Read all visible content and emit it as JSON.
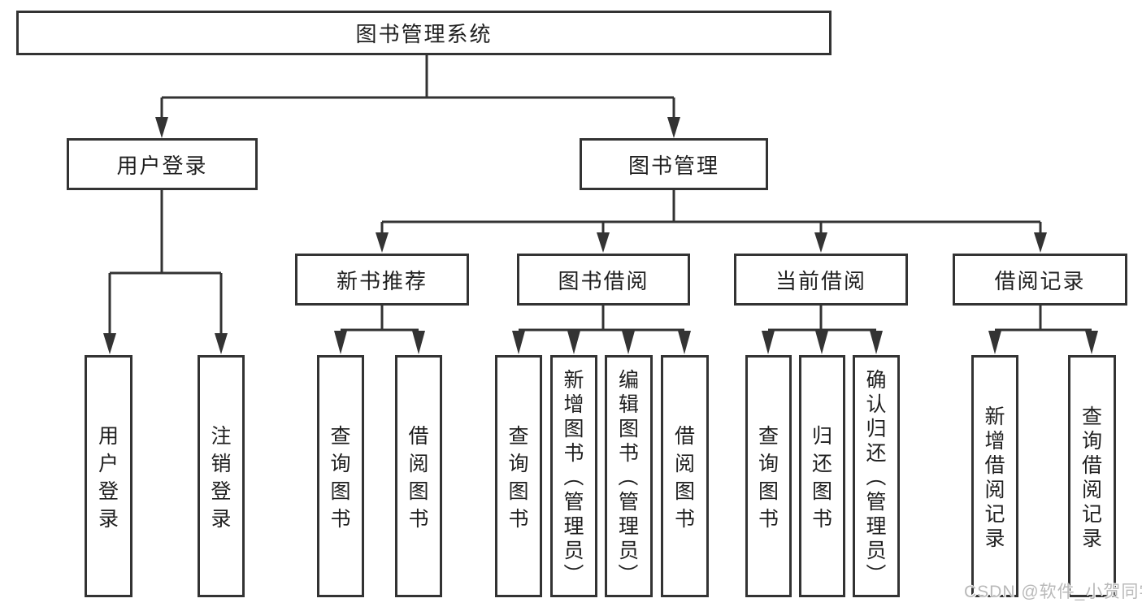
{
  "nodes": {
    "root": "图书管理系统",
    "user_login": "用户登录",
    "book_mgmt": "图书管理",
    "new_book_rec": "新书推荐",
    "book_borrow": "图书借阅",
    "current_borrow": "当前借阅",
    "borrow_record": "借阅记录",
    "ul_user_login": "用户登录",
    "ul_logout": "注销登录",
    "nb_query_book": "查询图书",
    "nb_borrow_book": "借阅图书",
    "bb_query_book": "查询图书",
    "bb_add_book": "新增图书（管理员）",
    "bb_edit_book": "编辑图书（管理员）",
    "bb_borrow_book": "借阅图书",
    "cb_query_book": "查询图书",
    "cb_return_book": "归还图书",
    "cb_confirm_return": "确认归还（管理员）",
    "br_add_record": "新增借阅记录",
    "br_query_record": "查询借阅记录"
  },
  "hierarchy": {
    "图书管理系统": {
      "用户登录": [
        "用户登录",
        "注销登录"
      ],
      "图书管理": {
        "新书推荐": [
          "查询图书",
          "借阅图书"
        ],
        "图书借阅": [
          "查询图书",
          "新增图书（管理员）",
          "编辑图书（管理员）",
          "借阅图书"
        ],
        "当前借阅": [
          "查询图书",
          "归还图书",
          "确认归还（管理员）"
        ],
        "借阅记录": [
          "新增借阅记录",
          "查询借阅记录"
        ]
      }
    }
  },
  "watermark": "CSDN @软件_小贺同学",
  "colors": {
    "line": "#333333",
    "box_border": "#333333",
    "text": "#1f1f1f",
    "watermark": "#b9b9b9",
    "background": "#ffffff"
  }
}
